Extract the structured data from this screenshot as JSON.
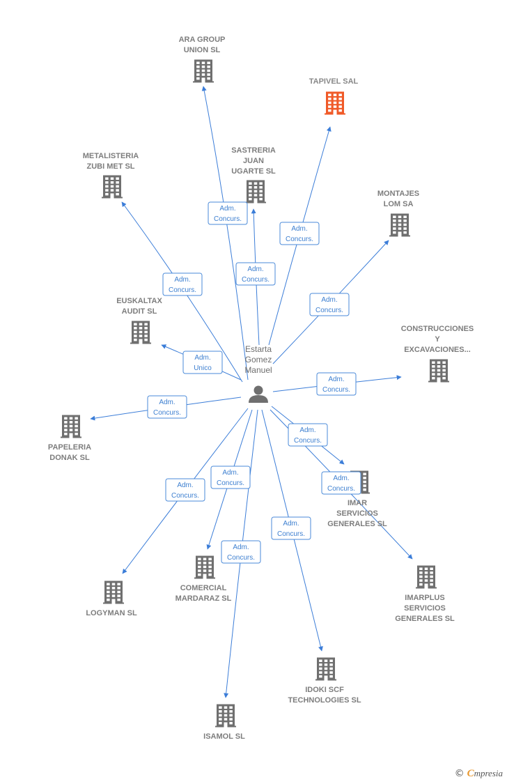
{
  "person": {
    "name_lines": [
      "Estarta",
      "Gomez",
      "Manuel"
    ]
  },
  "colors": {
    "edge": "#3b7dd8",
    "building": "#6f6f6f",
    "building_highlight": "#f05a28",
    "label": "#7d7d7d"
  },
  "companies": [
    {
      "id": "ara-group-union",
      "lines": [
        "ARA GROUP",
        "UNION SL"
      ],
      "highlight": false
    },
    {
      "id": "tapivel",
      "lines": [
        "TAPIVEL SAL"
      ],
      "highlight": true
    },
    {
      "id": "metalisteria-zubi-met",
      "lines": [
        "METALISTERIA",
        "ZUBI MET SL"
      ],
      "highlight": false
    },
    {
      "id": "sastreria-juan-ugarte",
      "lines": [
        "SASTRERIA",
        "JUAN",
        "UGARTE SL"
      ],
      "highlight": false
    },
    {
      "id": "montajes-lom",
      "lines": [
        "MONTAJES",
        "LOM SA"
      ],
      "highlight": false
    },
    {
      "id": "euskaltax-audit",
      "lines": [
        "EUSKALTAX",
        "AUDIT SL"
      ],
      "highlight": false
    },
    {
      "id": "construcciones-excavaciones",
      "lines": [
        "CONSTRUCCIONES",
        "Y",
        "EXCAVACIONES..."
      ],
      "highlight": false
    },
    {
      "id": "papeleria-donak",
      "lines": [
        "PAPELERIA",
        "DONAK SL"
      ],
      "highlight": false
    },
    {
      "id": "imar-servicios-generales",
      "lines": [
        "IMAR",
        "SERVICIOS",
        "GENERALES SL"
      ],
      "highlight": false
    },
    {
      "id": "logyman",
      "lines": [
        "LOGYMAN SL"
      ],
      "highlight": false
    },
    {
      "id": "comercial-mardaraz",
      "lines": [
        "COMERCIAL",
        "MARDARAZ SL"
      ],
      "highlight": false
    },
    {
      "id": "imarplus-servicios-generales",
      "lines": [
        "IMARPLUS",
        "SERVICIOS",
        "GENERALES SL"
      ],
      "highlight": false
    },
    {
      "id": "idoki-scf-technologies",
      "lines": [
        "IDOKI SCF",
        "TECHNOLOGIES SL"
      ],
      "highlight": false
    },
    {
      "id": "isamol",
      "lines": [
        "ISAMOL SL"
      ],
      "highlight": false
    }
  ],
  "relations": [
    {
      "target": "ara-group-union",
      "lines": [
        "Adm.",
        "Concurs."
      ]
    },
    {
      "target": "tapivel",
      "lines": [
        "Adm.",
        "Concurs."
      ]
    },
    {
      "target": "metalisteria-zubi-met",
      "lines": [
        "Adm.",
        "Concurs."
      ]
    },
    {
      "target": "sastreria-juan-ugarte",
      "lines": [
        "Adm.",
        "Concurs."
      ]
    },
    {
      "target": "montajes-lom",
      "lines": [
        "Adm.",
        "Concurs."
      ]
    },
    {
      "target": "euskaltax-audit",
      "lines": [
        "Adm.",
        "Unico"
      ]
    },
    {
      "target": "construcciones-excavaciones",
      "lines": [
        "Adm.",
        "Concurs."
      ]
    },
    {
      "target": "papeleria-donak",
      "lines": [
        "Adm.",
        "Concurs."
      ]
    },
    {
      "target": "imar-servicios-generales",
      "lines": [
        "Adm.",
        "Concurs."
      ]
    },
    {
      "target": "imarplus-servicios-generales",
      "lines": [
        "Adm.",
        "Concurs."
      ]
    },
    {
      "target": "logyman",
      "lines": [
        "Adm.",
        "Concurs."
      ]
    },
    {
      "target": "comercial-mardaraz",
      "lines": [
        "Adm.",
        "Concurs."
      ]
    },
    {
      "target": "isamol",
      "lines": [
        "Adm.",
        "Concurs."
      ]
    },
    {
      "target": "idoki-scf-technologies",
      "lines": [
        "Adm.",
        "Concurs."
      ]
    }
  ],
  "watermark": {
    "copyright": "©",
    "brand_initial": "C",
    "brand_rest": "mpresia"
  }
}
